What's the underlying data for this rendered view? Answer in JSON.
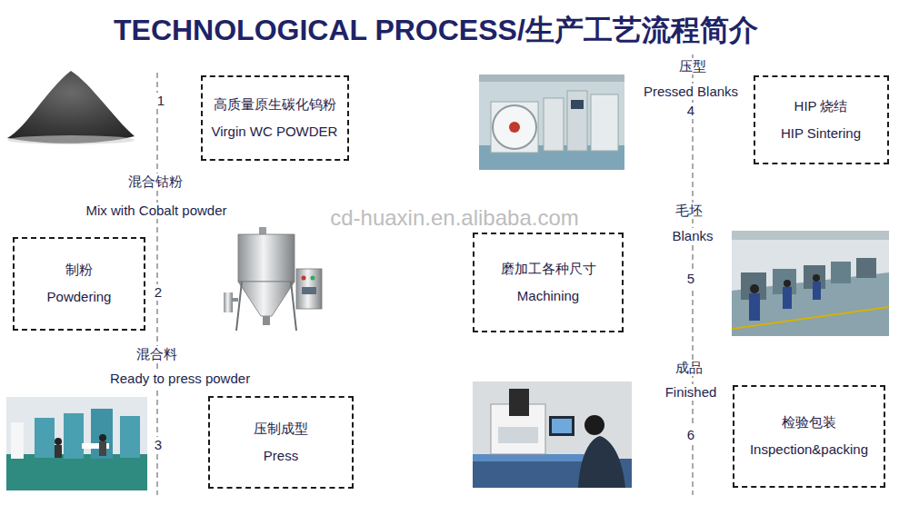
{
  "diagram": {
    "title": "TECHNOLOGICAL PROCESS/生产工艺流程简介",
    "nodes": [
      {
        "text": [
          "高质量原生碳化钨粉",
          "Virgin WC POWDER"
        ]
      },
      {
        "text": [
          "制粉",
          "Powdering"
        ]
      },
      {
        "text": [
          "压制成型",
          "Press"
        ]
      },
      {
        "text": [
          "HIP 烧结",
          "HIP Sintering"
        ]
      },
      {
        "text": [
          "磨加工各种尺寸",
          "Machining"
        ]
      },
      {
        "text": [
          "检验包装",
          "Inspection&packing"
        ]
      }
    ],
    "labels": [
      "1",
      "混合钴粉",
      "Mix with Cobalt powder",
      "2",
      "混合料",
      "Ready to press powder",
      "3",
      "压型",
      "Pressed Blanks",
      "4",
      "毛坯",
      "Blanks",
      "5",
      "成品",
      "Finished",
      "6",
      "cd-huaxin.en.alibaba.com"
    ]
  }
}
